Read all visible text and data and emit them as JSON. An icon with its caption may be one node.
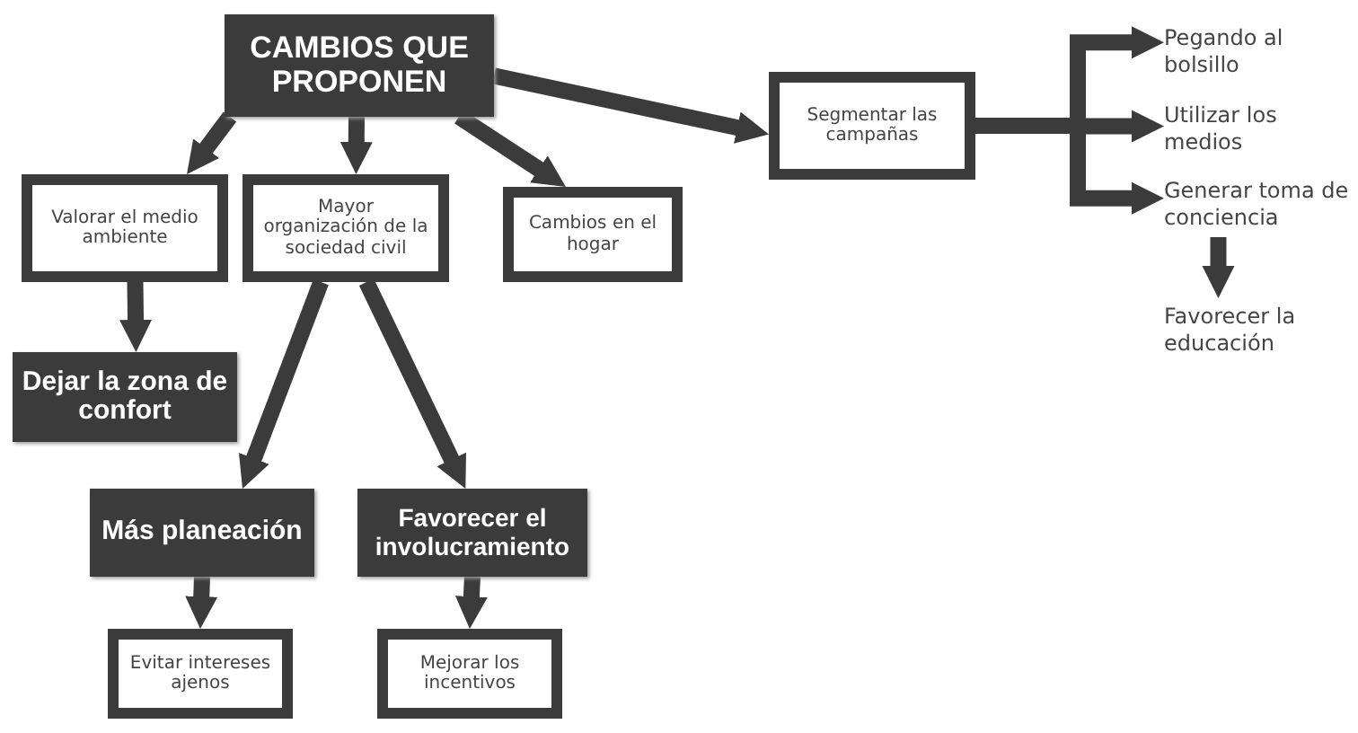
{
  "diagram": {
    "nodes": [
      {
        "text": [
          "CAMBIOS QUE PROPONEN"
        ]
      },
      {
        "text": [
          "Valorar el medio ambiente"
        ]
      },
      {
        "text": [
          "Mayor organización de la sociedad civil"
        ]
      },
      {
        "text": [
          "Cambios en el hogar"
        ]
      },
      {
        "text": [
          "Segmentar las campañas"
        ]
      },
      {
        "text": [
          "Dejar la zona de confort"
        ]
      },
      {
        "text": [
          "Más planeación"
        ]
      },
      {
        "text": [
          "Favorecer el involucramiento"
        ]
      },
      {
        "text": [
          "Evitar intereses ajenos"
        ]
      },
      {
        "text": [
          "Mejorar los incentivos"
        ]
      },
      {
        "text": [
          "Pegando al bolsillo"
        ]
      },
      {
        "text": [
          "Utilizar los medios"
        ]
      },
      {
        "text": [
          "Generar toma de conciencia"
        ]
      },
      {
        "text": [
          "Favorecer la educación"
        ]
      }
    ],
    "edges": [
      {
        "from": 0,
        "to": 1,
        "arrow": "to"
      },
      {
        "from": 0,
        "to": 2,
        "arrow": "to"
      },
      {
        "from": 0,
        "to": 3,
        "arrow": "to"
      },
      {
        "from": 0,
        "to": 4,
        "arrow": "to"
      },
      {
        "from": 1,
        "to": 5,
        "arrow": "to"
      },
      {
        "from": 2,
        "to": 6,
        "arrow": "to"
      },
      {
        "from": 2,
        "to": 7,
        "arrow": "to"
      },
      {
        "from": 6,
        "to": 8,
        "arrow": "to"
      },
      {
        "from": 7,
        "to": 9,
        "arrow": "to"
      },
      {
        "from": 4,
        "to": 10,
        "arrow": "to"
      },
      {
        "from": 4,
        "to": 11,
        "arrow": "to"
      },
      {
        "from": 4,
        "to": 12,
        "arrow": "to"
      },
      {
        "from": 12,
        "to": 13,
        "arrow": "to"
      }
    ]
  }
}
